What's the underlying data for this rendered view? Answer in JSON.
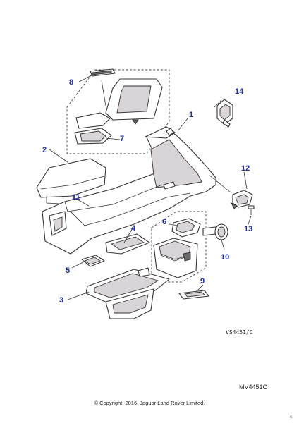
{
  "callouts": {
    "c1": "1",
    "c2": "2",
    "c3": "3",
    "c4": "4",
    "c5": "5",
    "c6": "6",
    "c7": "7",
    "c8": "8",
    "c9": "9",
    "c10": "10",
    "c11": "11",
    "c12": "12",
    "c13": "13",
    "c14": "14"
  },
  "diagram_code": "VS4451/C",
  "part_number": "MV4451C",
  "copyright": "© Copyright, 2016. Jaguar Land Rover Limited.",
  "edge_mark": "c",
  "colors": {
    "callout": "#2030a0",
    "line": "#333333",
    "shade": "#d9d4d8"
  }
}
